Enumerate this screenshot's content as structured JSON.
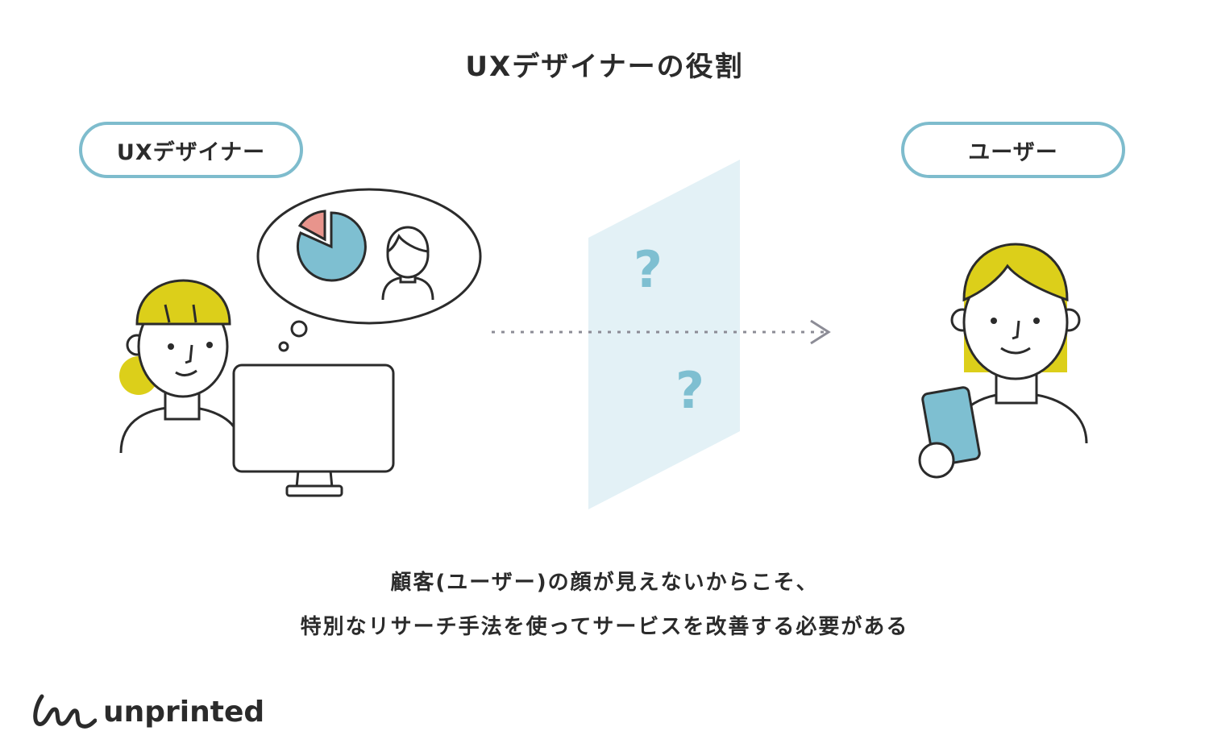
{
  "title": "UXデザイナーの役割",
  "labels": {
    "designer": "UXデザイナー",
    "user": "ユーザー"
  },
  "panel_marks": [
    "?",
    "?"
  ],
  "caption": {
    "line1": "顧客(ユーザー)の顔が見えないからこそ、",
    "line2": "特別なリサーチ手法を使ってサービスを改善する必要がある"
  },
  "logo": {
    "text": "unprinted"
  },
  "colors": {
    "hair": "#dccf1a",
    "accent_blue": "#7ebfd1",
    "pie_pink": "#e8948c",
    "panel": "#e3f1f6",
    "pill_border": "#7ebccd",
    "ink": "#2b2b2b"
  }
}
